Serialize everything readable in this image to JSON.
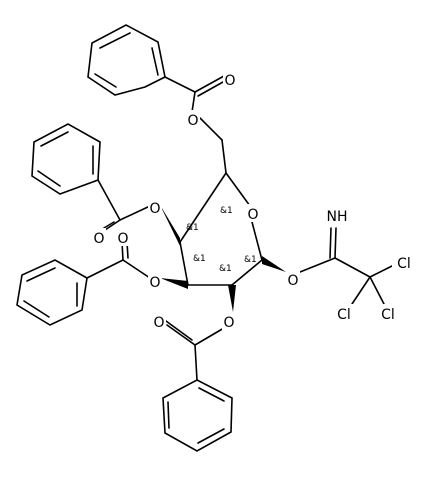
{
  "diagram": {
    "atoms": {
      "o_ring": "O",
      "o_c6": "O",
      "o_c6_carbonyl": "O",
      "o_c4": "O",
      "o_c4_carbonyl": "O",
      "o_c3": "O",
      "o_c3_carbonyl": "O",
      "o_c2": "O",
      "o_c2_carbonyl": "O",
      "o_c1": "O",
      "imine": "NH",
      "cl1": "Cl",
      "cl2": "Cl",
      "cl3": "Cl"
    },
    "stereo_labels": {
      "c5": "&1",
      "c4": "&1",
      "c3": "&1",
      "c2": "&1",
      "c1": "&1"
    }
  }
}
